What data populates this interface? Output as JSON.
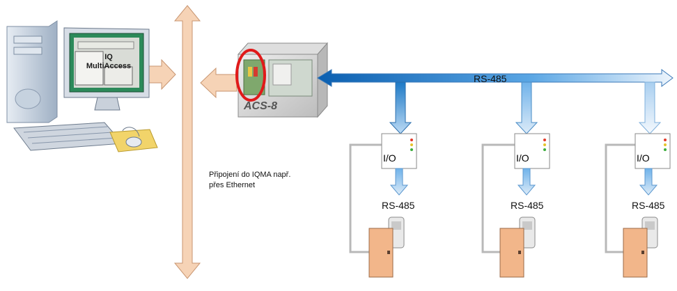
{
  "labels": {
    "screen_line1": "IQ",
    "screen_line2": "MultiAccess",
    "controller": "ACS-8",
    "bus": "RS-485",
    "ethernet_line1": "Připojení do IQMA např.",
    "ethernet_line2": "přes Ethernet"
  },
  "nodes": [
    {
      "io": "I/O",
      "bus": "RS-485"
    },
    {
      "io": "I/O",
      "bus": "RS-485"
    },
    {
      "io": "I/O",
      "bus": "RS-485"
    }
  ],
  "colors": {
    "ethernet_arrow": "#f6d3b6",
    "ethernet_stroke": "#c89570",
    "bus_blue": "#1d79c6",
    "door": "#f2b68a",
    "cable_gray": "#b8b8b8",
    "highlight_ring": "#e01a1a"
  }
}
